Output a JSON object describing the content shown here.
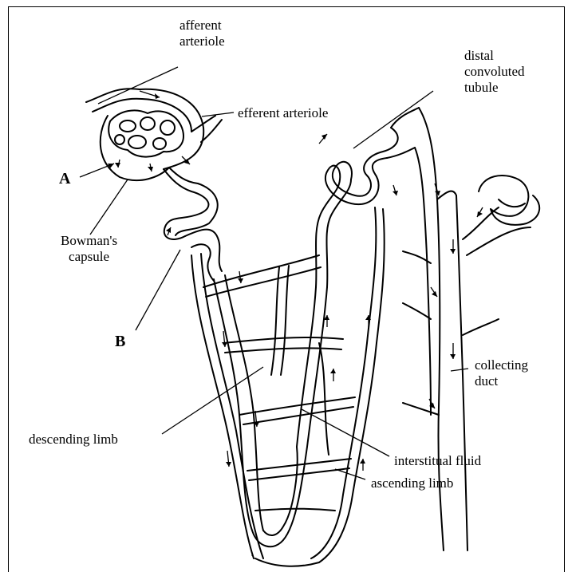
{
  "labels": {
    "afferent_arteriole": "afferent\narteriole",
    "efferent_arteriole": "efferent arteriole",
    "distal_convoluted_tubule": "distal\nconvoluted\ntubule",
    "label_a": "A",
    "label_b": "B",
    "bowmans_capsule": "Bowman's\ncapsule",
    "collecting_duct": "collecting\nduct",
    "descending_limb": "descending limb",
    "interstitial_fluid": "interstitual fluid",
    "ascending_limb": "ascending limb"
  }
}
